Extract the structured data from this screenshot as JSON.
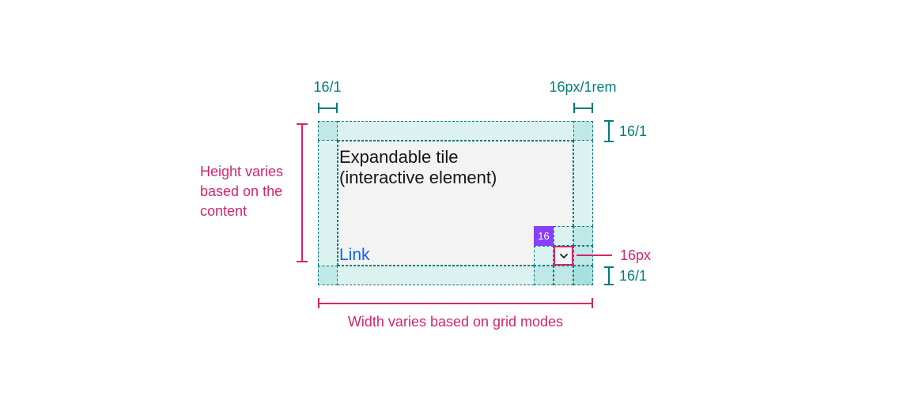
{
  "tile": {
    "title_line1": "Expandable tile",
    "title_line2": "(interactive element)",
    "link_label": "Link",
    "badge_label": "16",
    "chevron_icon": "chevron-down"
  },
  "annotations": {
    "top_left_padding": "16/1",
    "top_right_padding": "16px/1rem",
    "right_top_padding": "16/1",
    "right_bottom_padding": "16/1",
    "chevron_size": "16px",
    "height_note": "Height varies based on the content",
    "width_note": "Width varies based on grid modes"
  },
  "colors": {
    "teal_annotation": "#007d79",
    "teal_fill": "#dcf2f1",
    "teal_fill_overlap": "#bfe8e7",
    "teal_fill_overlap2": "#a9e0df",
    "magenta_annotation": "#d02670",
    "purple_badge": "#8a3ffc",
    "link_blue": "#0f62fe",
    "content_bg": "#f3f3f3",
    "text_primary": "#161616"
  }
}
